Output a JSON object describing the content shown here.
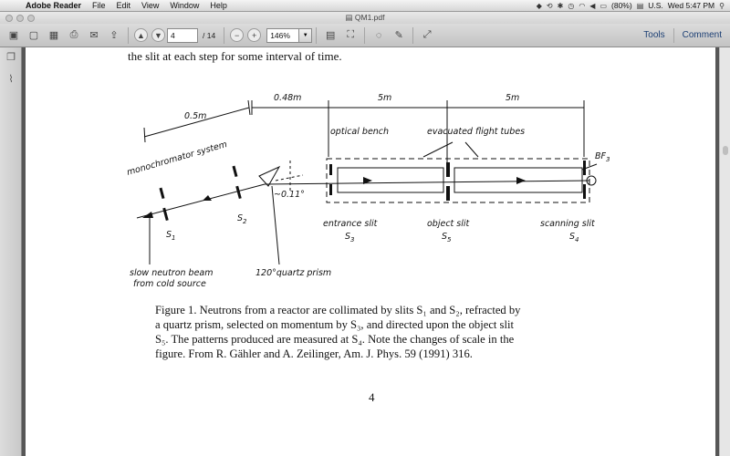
{
  "menubar": {
    "app_name": "Adobe Reader",
    "items": [
      "File",
      "Edit",
      "View",
      "Window",
      "Help"
    ],
    "battery": "(80%)",
    "input_source": "U.S.",
    "clock": "Wed 5:47 PM"
  },
  "window": {
    "title": "QM1.pdf"
  },
  "toolbar": {
    "current_page": "4",
    "page_total": "/ 14",
    "zoom": "146%",
    "tools_label": "Tools",
    "comment_label": "Comment"
  },
  "document": {
    "top_line": "the slit at each step for some interval of time.",
    "figure_labels": {
      "dim1": "0.5m",
      "dim2": "0.48m",
      "dim3": "5m",
      "dim4": "5m",
      "optical_bench": "optical bench",
      "flight_tubes": "evacuated flight tubes",
      "bf3": "BF",
      "bf3_sub": "3",
      "mono": "monochromator system",
      "angle": "~0.11°",
      "s1": "S",
      "s1_sub": "1",
      "s2": "S",
      "s2_sub": "2",
      "s3": "S",
      "s3_sub": "3",
      "s4": "S",
      "s4_sub": "4",
      "s5": "S",
      "s5_sub": "5",
      "entrance_slit": "entrance slit",
      "object_slit": "object slit",
      "scanning_slit": "scanning slit",
      "beam1": "slow neutron beam",
      "beam2": "from cold source",
      "prism": "120°quartz prism"
    },
    "caption_lines": [
      "Figure 1. Neutrons from a reactor are collimated by slits S₁ and S₂, refracted by",
      "a quartz prism, selected on momentum by S₃, and directed upon the object slit",
      "S₅. The patterns produced are measured at S₄. Note the changes of scale in the",
      "figure. From R. Gähler and A. Zeilinger, Am. J. Phys. 59 (1991) 316."
    ],
    "page_number": "4"
  }
}
